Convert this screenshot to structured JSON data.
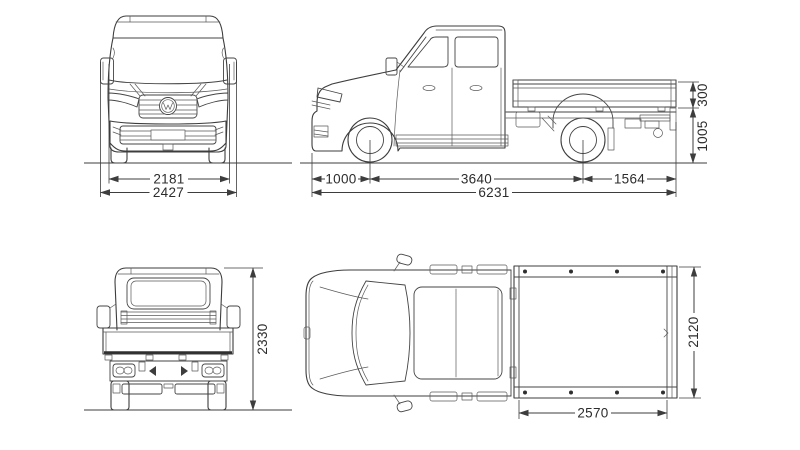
{
  "diagram": {
    "background": "#ffffff",
    "line_color": "#3d3d3d",
    "text_color": "#2c2c2c",
    "views": {
      "front": {
        "width_body": "2181",
        "width_incl_mirrors": "2427"
      },
      "side": {
        "front_overhang": "1000",
        "wheelbase": "3640",
        "rear_overhang": "1564",
        "overall_length": "6231",
        "dropside_height": "300",
        "load_floor_height": "1005"
      },
      "rear": {
        "overall_height": "2330"
      },
      "top": {
        "load_area_width": "2120",
        "load_area_length": "2570"
      }
    }
  }
}
